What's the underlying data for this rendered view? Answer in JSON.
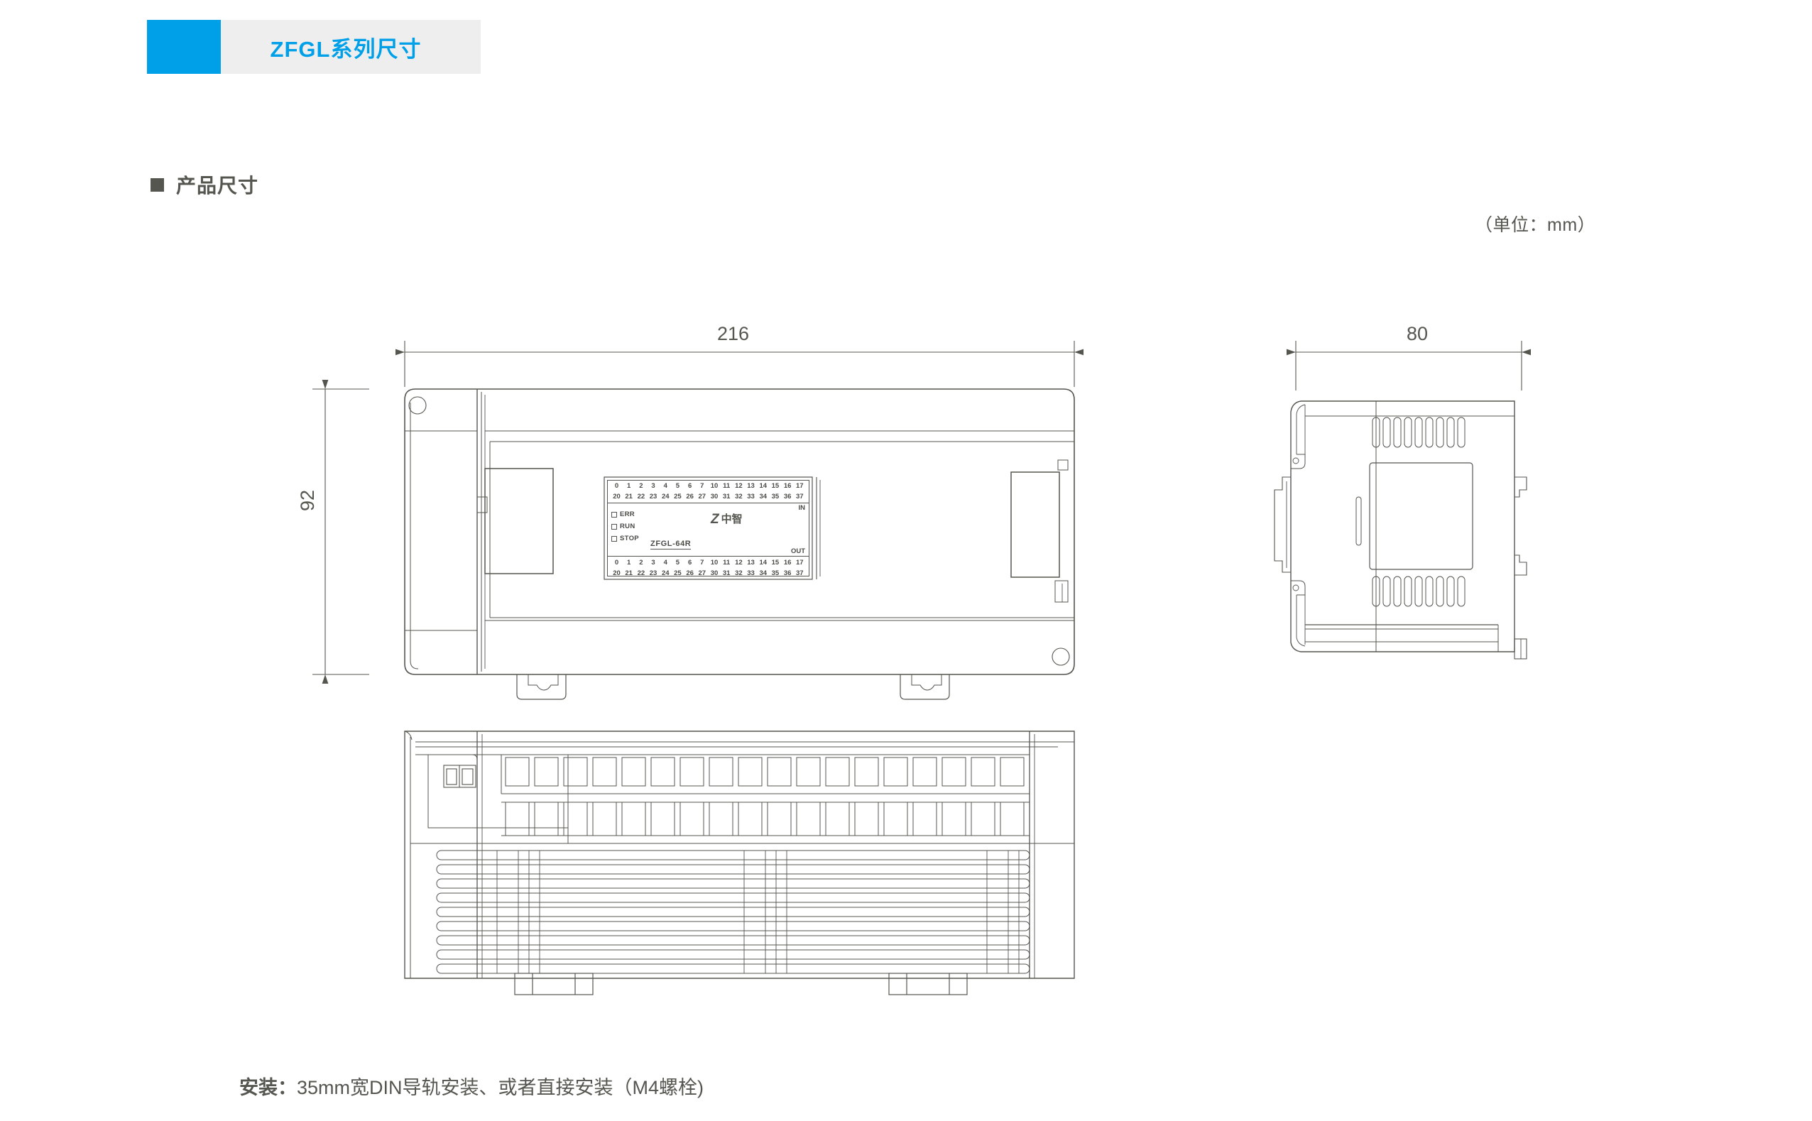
{
  "header": {
    "title": "ZFGL系列尺寸",
    "accent_color": "#00a0e9",
    "banner_bg": "#eeeeee"
  },
  "section": {
    "heading": "产品尺寸",
    "bullet_icon": "square-bullet-icon",
    "text_color": "#55564f"
  },
  "unit_note": "（单位：mm）",
  "dimensions": {
    "front_width": "216",
    "front_height": "92",
    "side_width": "80"
  },
  "device_face": {
    "io_in_row_top": [
      "0",
      "1",
      "2",
      "3",
      "4",
      "5",
      "6",
      "7",
      "10",
      "11",
      "12",
      "13",
      "14",
      "15",
      "16",
      "17"
    ],
    "io_in_row_bottom": [
      "20",
      "21",
      "22",
      "23",
      "24",
      "25",
      "26",
      "27",
      "30",
      "31",
      "32",
      "33",
      "34",
      "35",
      "36",
      "37"
    ],
    "io_out_row_top": [
      "0",
      "1",
      "2",
      "3",
      "4",
      "5",
      "6",
      "7",
      "10",
      "11",
      "12",
      "13",
      "14",
      "15",
      "16",
      "17"
    ],
    "io_out_row_bottom": [
      "20",
      "21",
      "22",
      "23",
      "24",
      "25",
      "26",
      "27",
      "30",
      "31",
      "32",
      "33",
      "34",
      "35",
      "36",
      "37"
    ],
    "leds": [
      "ERR",
      "RUN",
      "STOP"
    ],
    "brand_mark": "Z",
    "brand_name": "中智",
    "model": "ZFGL-64R",
    "in_label": "IN",
    "out_label": "OUT"
  },
  "mounting_note": {
    "label": "安装：",
    "text": "35mm宽DIN导轨安装、或者直接安装（M4螺栓)"
  },
  "line_color": "#55564f"
}
